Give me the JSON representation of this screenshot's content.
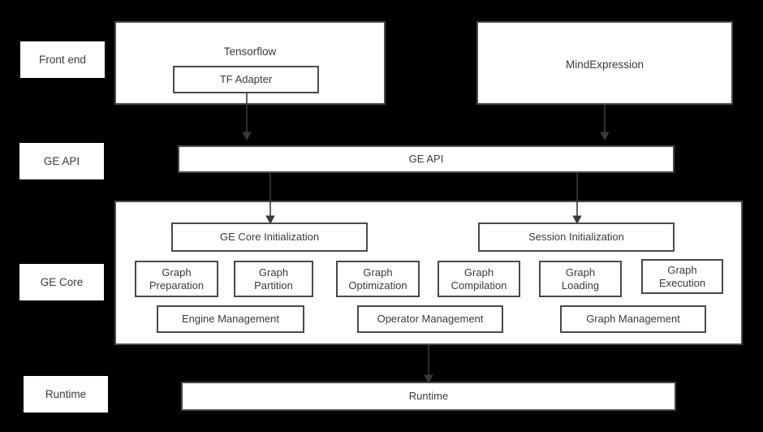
{
  "diagram": {
    "title": "GE architecture layered diagram",
    "background_color": "#000000",
    "box_fill_color": "#ffffff",
    "box_border_color": "#4a4a4a",
    "text_color": "#3a3a3a"
  },
  "layers": [
    {
      "label": "Front end"
    },
    {
      "label": "GE API"
    },
    {
      "label": "GE Core"
    },
    {
      "label": "Runtime"
    }
  ],
  "frontend": {
    "tensorflow": {
      "title": "Tensorflow",
      "child": "TF Adapter"
    },
    "mindexpression": {
      "title": "MindExpression"
    }
  },
  "ge_api": {
    "label": "GE API"
  },
  "ge_core": {
    "init_blocks": [
      {
        "label": "GE Core Initialization"
      },
      {
        "label": "Session Initialization"
      }
    ],
    "modules": [
      {
        "label": "Graph\nPreparation"
      },
      {
        "label": "Graph\nPartition"
      },
      {
        "label": "Graph\nOptimization"
      },
      {
        "label": "Graph\nCompilation"
      },
      {
        "label": "Graph\nLoading"
      },
      {
        "label": "Graph\nExecution"
      }
    ],
    "management": [
      {
        "label": "Engine Management"
      },
      {
        "label": "Operator Management"
      },
      {
        "label": "Graph Management"
      }
    ]
  },
  "runtime": {
    "label": "Runtime"
  }
}
